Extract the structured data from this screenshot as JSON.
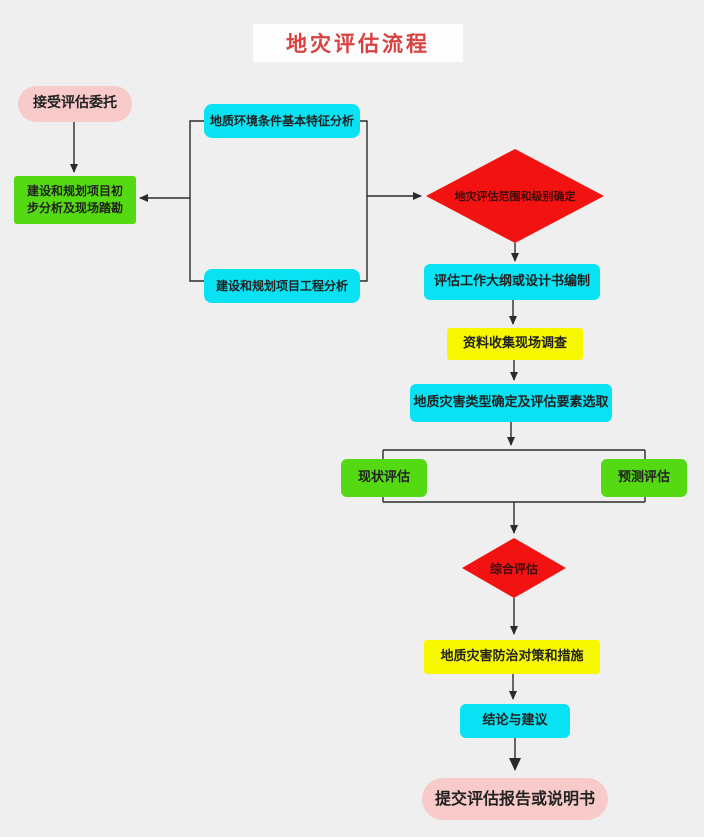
{
  "title": "地灾评估流程",
  "colors": {
    "background": "#efeff0",
    "panel": "#fdfdfd",
    "title_red": "#d94040",
    "pink": "#f8caca",
    "green": "#55d913",
    "cyan": "#09e2f3",
    "yellow": "#f7f700",
    "red": "#f31212",
    "line": "#2b2b2b",
    "diamond_text": "#3c0b0b"
  },
  "nodes": {
    "start": {
      "label": "接受评估委托"
    },
    "initial_analysis": {
      "label": "建设和规划项目初步分析及现场踏勘"
    },
    "geo_env_analysis": {
      "label": "地质环境条件基本特征分析"
    },
    "project_eng_analysis": {
      "label": "建设和规划项目工程分析"
    },
    "scope_level_decision": {
      "label": "地灾评估范围和级别确定"
    },
    "outline_design": {
      "label": "评估工作大纲或设计书编制"
    },
    "data_collection": {
      "label": "资料收集现场调查"
    },
    "hazard_type_selection": {
      "label": "地质灾害类型确定及评估要素选取"
    },
    "current_assessment": {
      "label": "现状评估"
    },
    "prediction_assessment": {
      "label": "预测评估"
    },
    "comprehensive_assessment": {
      "label": "综合评估"
    },
    "prevention_measures": {
      "label": "地质灾害防治对策和措施"
    },
    "conclusion": {
      "label": "结论与建议"
    },
    "final_report": {
      "label": "提交评估报告或说明书"
    }
  }
}
